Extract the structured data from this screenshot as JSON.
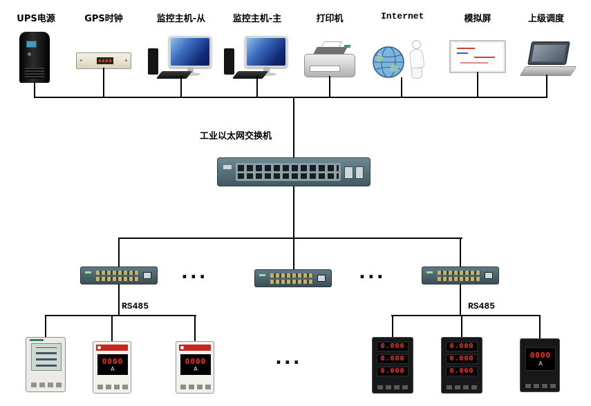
{
  "diagram": {
    "top_devices": [
      {
        "label": "UPS电源"
      },
      {
        "label": "GPS时钟"
      },
      {
        "label": "监控主机-从"
      },
      {
        "label": "监控主机-主"
      },
      {
        "label": "打印机"
      },
      {
        "label": "Internet"
      },
      {
        "label": "模拟屏"
      },
      {
        "label": "上级调度"
      }
    ],
    "main_switch_label": "工业以太网交换机",
    "bus_left": {
      "rs485_label": "RS485"
    },
    "bus_right": {
      "rs485_label": "RS485"
    },
    "ellipsis": {
      "mid_left": "...",
      "mid_right": "...",
      "bottom": "..."
    },
    "meters": {
      "left2": {
        "display": "0000",
        "unit": "A"
      },
      "left3": {
        "display": "0000",
        "unit": "A"
      },
      "right1": {
        "rows": [
          "0.000",
          "0.000",
          "0.000"
        ]
      },
      "right2": {
        "rows": [
          "0.000",
          "0.000",
          "0.000"
        ]
      },
      "right3": {
        "display": "0000",
        "unit": "A"
      }
    },
    "colors": {
      "line": "#000000",
      "switch_body": "#4e6a74",
      "meter_led": "#ff2d1a",
      "meter_brand": "#c3271d"
    }
  }
}
